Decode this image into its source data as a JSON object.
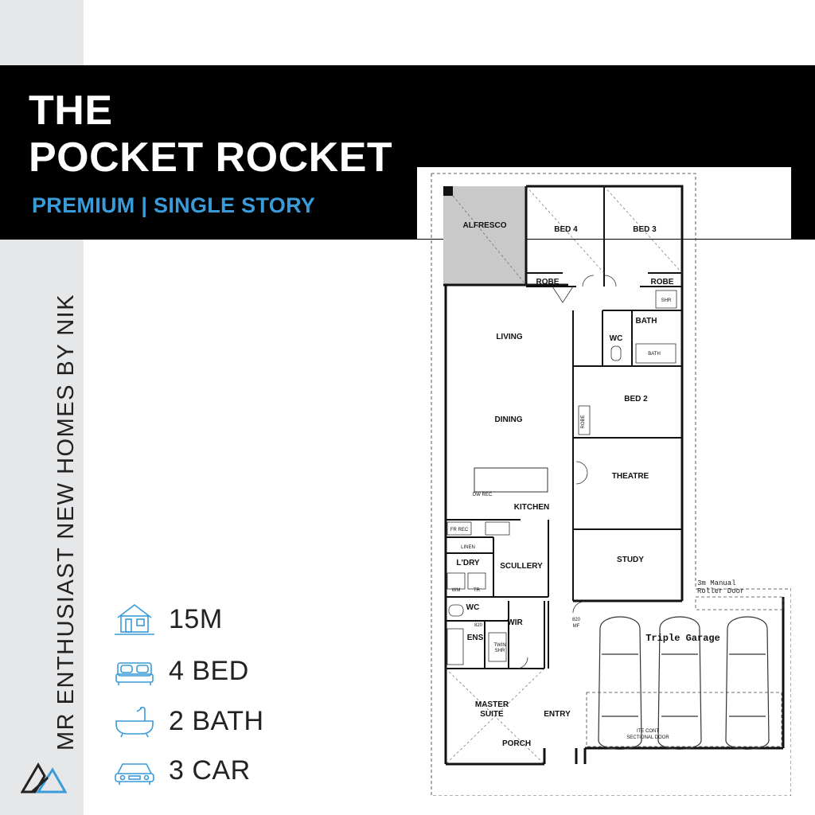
{
  "brand": {
    "title_line_1": "THE",
    "title_line_2": "POCKET ROCKET",
    "subtitle": "PREMIUM | SINGLE STORY",
    "vertical_text": "MR ENTHUSIAST NEW HOMES BY NIK",
    "accent_color": "#3a9bd9",
    "logo_icon": "triangle-logo-icon"
  },
  "specs": [
    {
      "icon": "house-frontage-icon",
      "label": "15M"
    },
    {
      "icon": "bed-icon",
      "label": "4 BED"
    },
    {
      "icon": "bathtub-icon",
      "label": "2 BATH"
    },
    {
      "icon": "car-icon",
      "label": "3 CAR"
    }
  ],
  "floorplan": {
    "rooms": {
      "alfresco": "ALFRESCO",
      "bed4": "BED 4",
      "bed3": "BED 3",
      "robe_bed4": "ROBE",
      "robe_bed3": "ROBE",
      "bath": "BATH",
      "bath_tub": "BATH",
      "shr": "SHR",
      "wc_main": "WC",
      "living": "LIVING",
      "dining": "DINING",
      "dw_rec": "DW REC",
      "kitchen": "KITCHEN",
      "bed2": "BED 2",
      "robe_bed2": "ROBE",
      "theatre": "THEATRE",
      "fr_rec": "FR REC",
      "linen": "LINEN",
      "ldry": "L'DRY",
      "scullery": "SCULLERY",
      "wm": "WM",
      "tr": "TR",
      "study": "STUDY",
      "wc_ens": "WC",
      "door_820_a": "820",
      "ens": "ENS",
      "wir": "WIR",
      "twin_shr_1": "TWIN",
      "twin_shr_2": "SHR",
      "door_820_mf_1": "820",
      "door_820_mf_2": "MF",
      "garage": "Triple Garage",
      "roller_door_1": "3m Manual",
      "roller_door_2": "Roller Door",
      "sectional_door_1": "ITE CONT",
      "sectional_door_2": "SECTIONAL DOOR",
      "master_suite_1": "MASTER",
      "master_suite_2": "SUITE",
      "entry": "ENTRY",
      "porch": "PORCH"
    }
  }
}
